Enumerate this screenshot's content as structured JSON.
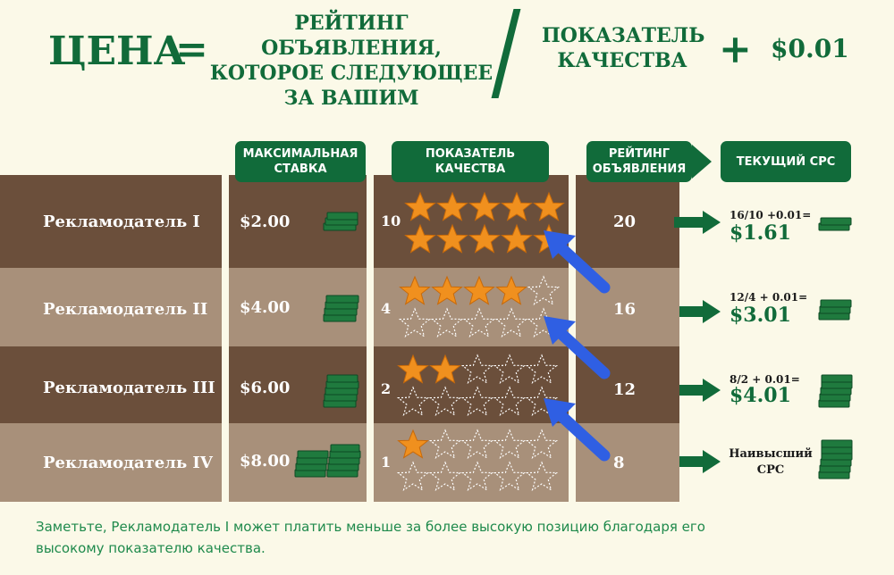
{
  "formula": {
    "price": "ЦЕНА",
    "equals": "=",
    "rank_line1": "РЕЙТИНГ ОБЪЯВЛЕНИЯ,",
    "rank_line2": "КОТОРОЕ СЛЕДУЮЩЕЕ",
    "rank_line3": "ЗА ВАШИМ",
    "divisor_line1": "ПОКАЗАТЕЛЬ",
    "divisor_line2": "КАЧЕСТВА",
    "plus": "+",
    "addend": "$0.01"
  },
  "headers": {
    "max_bid_1": "МАКСИМАЛЬНАЯ",
    "max_bid_2": "СТАВКА",
    "quality_1": "ПОКАЗАТЕЛЬ",
    "quality_2": "КАЧЕСТВА",
    "rank_1": "РЕЙТИНГ",
    "rank_2": "ОБЪЯВЛЕНИЯ",
    "cpc": "ТЕКУЩИЙ CPC"
  },
  "rows": [
    {
      "name": "Рекламодатель I",
      "bid": "$2.00",
      "quality": "10",
      "quality_value": 10,
      "rank": "20",
      "cpc_formula": "16/10 +0.01=",
      "cpc": "$1.61"
    },
    {
      "name": "Рекламодатель II",
      "bid": "$4.00",
      "quality": "4",
      "quality_value": 4,
      "rank": "16",
      "cpc_formula": "12/4 + 0.01=",
      "cpc": "$3.01"
    },
    {
      "name": "Рекламодатель III",
      "bid": "$6.00",
      "quality": "2",
      "quality_value": 2,
      "rank": "12",
      "cpc_formula": "8/2 + 0.01=",
      "cpc": "$4.01"
    },
    {
      "name": "Рекламодатель IV",
      "bid": "$8.00",
      "quality": "1",
      "quality_value": 1,
      "rank": "8",
      "cpc_line1": "Наивысший",
      "cpc_line2": "CPC"
    }
  ],
  "note": "Заметьте, Рекламодатель I может платить меньше за более высокую позицию благодаря его высокому показателю качества.",
  "colors": {
    "green": "#116b3a",
    "dark_band": "#6b4f3b",
    "light_band": "#a8907a",
    "star": "#f0901e",
    "arrow": "#2f5fe3",
    "background": "#fbf9e8"
  }
}
